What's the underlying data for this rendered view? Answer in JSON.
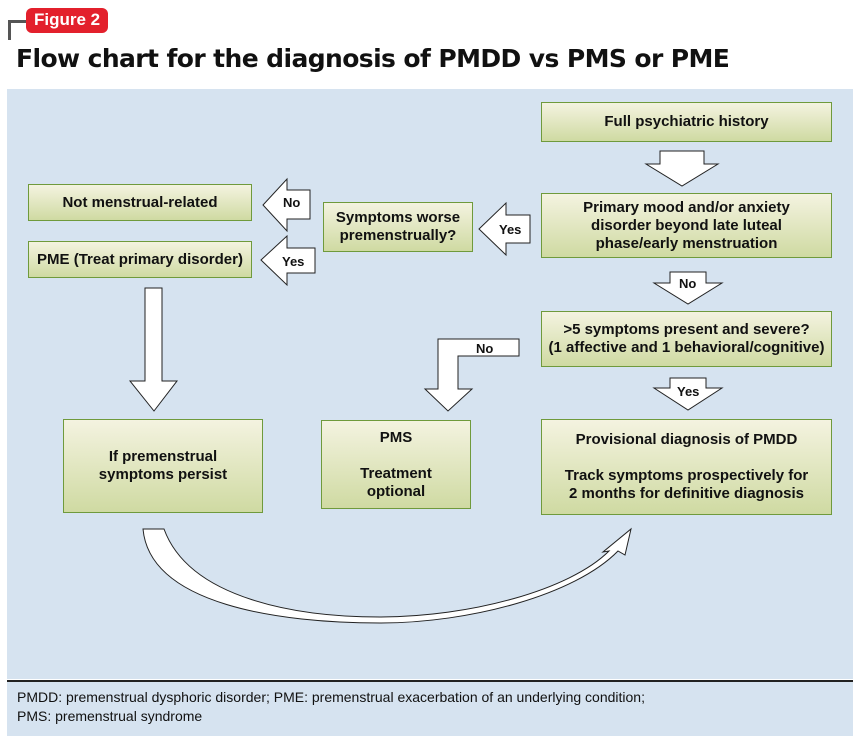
{
  "figure_label": "Figure 2",
  "title": "Flow chart for the diagnosis of PMDD vs PMS or PME",
  "colors": {
    "badge": "#e3202c",
    "panel_bg": "#d6e3f0",
    "box_border": "#6f9a3c",
    "box_fill_top": "#f4f3e0",
    "box_fill_bottom": "#cfdaa2"
  },
  "nodes": {
    "full_history": "Full psychiatric history",
    "primary_mood": [
      "Primary mood and/or anxiety",
      "disorder beyond late luteal",
      "phase/early menstruation"
    ],
    "symptoms_worse": [
      "Symptoms worse",
      "premenstrually?"
    ],
    "not_menstrual": "Not menstrual-related",
    "pme": "PME (Treat primary disorder)",
    "five_symptoms": [
      ">5 symptoms present and severe?",
      "(1 affective and 1 behavioral/cognitive)"
    ],
    "if_persist": [
      "If premenstrual",
      "symptoms persist"
    ],
    "pms": {
      "title": "PMS",
      "line1": "Treatment",
      "line2": "optional"
    },
    "pmdd": {
      "title": "Provisional diagnosis of PMDD",
      "line1": "Track symptoms prospectively for",
      "line2": "2 months for definitive diagnosis"
    }
  },
  "edge_labels": {
    "worse_no": "No",
    "worse_yes": "Yes",
    "primary_yes": "Yes",
    "primary_no": "No",
    "five_no": "No",
    "five_yes": "Yes"
  },
  "footer": {
    "line1": "PMDD: premenstrual dysphoric disorder; PME: premenstrual exacerbation of an underlying condition;",
    "line2": "PMS: premenstrual syndrome"
  }
}
